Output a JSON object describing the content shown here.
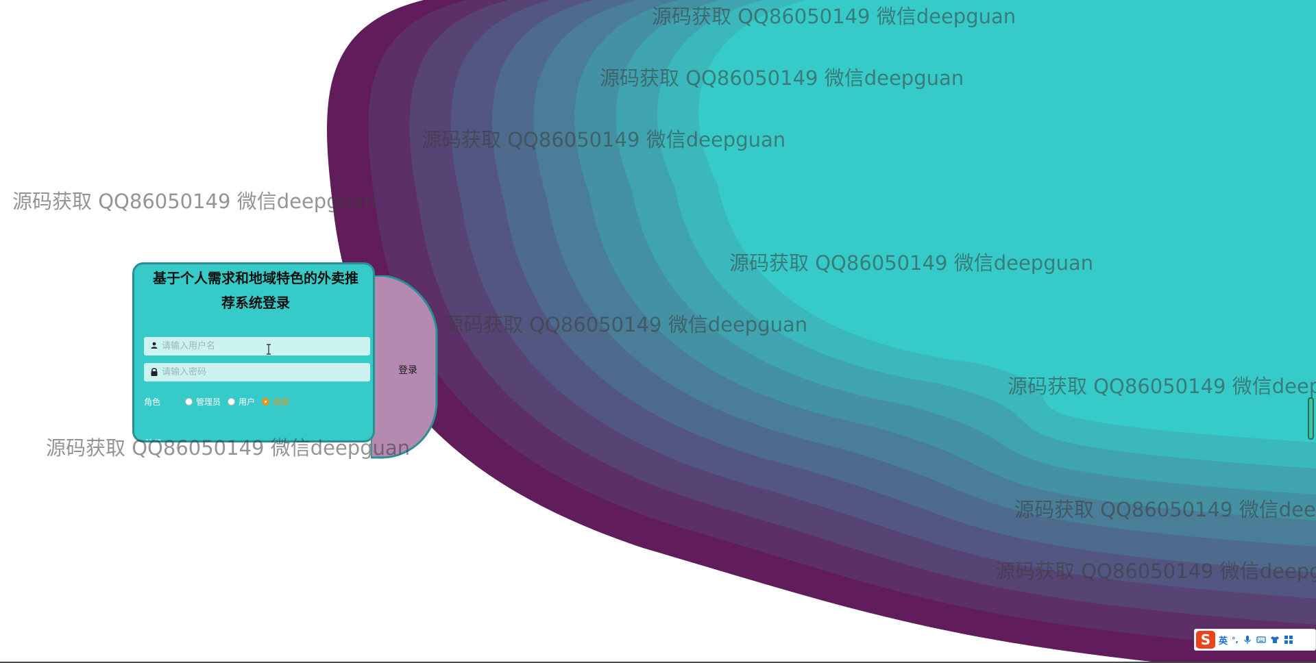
{
  "watermarks": [
    "源码获取 QQ86050149 微信deepguan",
    "源码获取 QQ86050149 微信deepguan",
    "源码获取 QQ86050149 微信deepguan",
    "源码获取 QQ86050149 微信deepguan",
    "源码获取 QQ86050149 微信deepguan",
    "源码获取 QQ86050149 微信deepguan",
    "源码获取 QQ86050149 微信deepguan",
    "源码获取 QQ86050149 微信deepguan",
    "源码获取 QQ86050149 微信deepguan",
    "源码获取 QQ86050149 微信deepguan"
  ],
  "login": {
    "title": "基于个人需求和地域特色的外卖推荐系统登录",
    "username_placeholder": "请输入用户名",
    "password_placeholder": "请输入密码",
    "role_label": "角色",
    "roles": [
      "管理员",
      "用户",
      "商家"
    ],
    "selected_role": "商家",
    "register_label": "注册",
    "login_button": "登录"
  },
  "ime": {
    "language": "英",
    "punct": "°,"
  },
  "colors": {
    "card_bg": "#36cbc8",
    "card_border": "#2a8f92",
    "login_btn_bg": "#b48ab0",
    "accent_radio": "#e8931e",
    "wave_outer": "#611c5c",
    "wave_inner": "#36cbc8"
  }
}
